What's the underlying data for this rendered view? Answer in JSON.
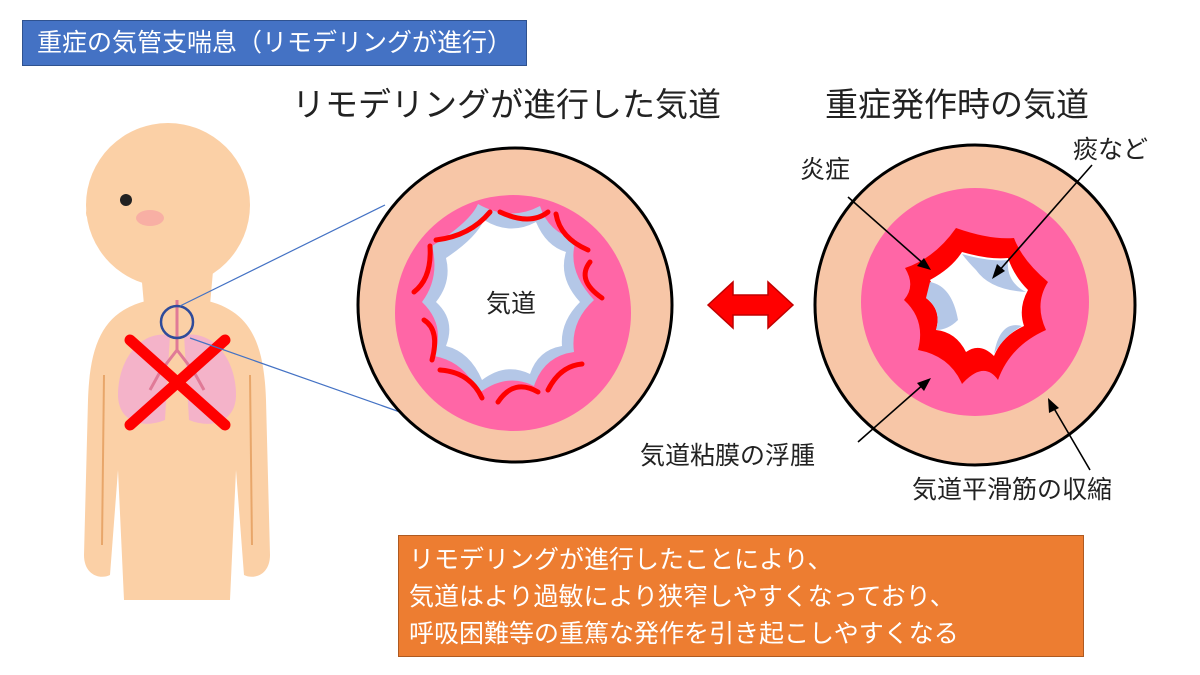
{
  "title": "重症の気管支喘息（リモデリングが進行）",
  "headings": {
    "remodeled": "リモデリングが進行した気道",
    "severe_attack": "重症発作時の気道"
  },
  "labels": {
    "airway": "気道",
    "inflammation": "炎症",
    "sputum": "痰など",
    "mucosal_edema": "気道粘膜の浮腫",
    "smooth_muscle": "気道平滑筋の収縮"
  },
  "summary": {
    "lines": [
      "リモデリングが進行したことにより、",
      "気道はより過敏により狭窄しやすくなっており、",
      "呼吸困難等の重篤な発作を引き起こしやすくなる"
    ]
  },
  "colors": {
    "title_bg": "#4472c4",
    "summary_bg": "#ed7d31",
    "skin": "#fbd0a6",
    "muscle": "#f7c6a7",
    "mucosa": "#ff66a6",
    "inflammation": "#ff0000",
    "sputum": "#b4c7e7",
    "cross": "#ff0000"
  }
}
